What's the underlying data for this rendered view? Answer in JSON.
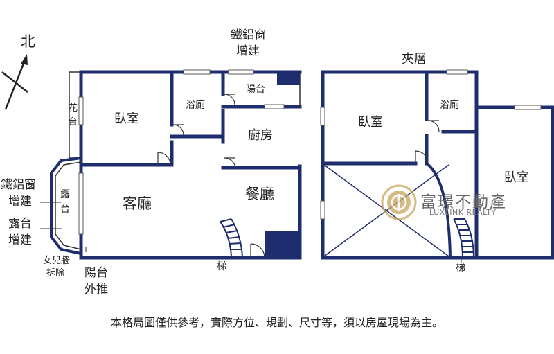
{
  "compass": {
    "label": "北"
  },
  "floor1": {
    "top_annotation": [
      "鐵鋁窗",
      "增建"
    ],
    "rooms": {
      "bedroom": "臥室",
      "bathroom": "浴廁",
      "balcony_top": "陽台",
      "kitchen": "廚房",
      "living": "客廳",
      "dining": "餐廳",
      "flower_bed": [
        "花",
        "台"
      ],
      "terrace": [
        "露",
        "台"
      ],
      "stairs": "梯"
    },
    "left_annotation_1": [
      "鐵鋁窗",
      "增建"
    ],
    "left_annotation_2": [
      "露台",
      "增建"
    ],
    "wall_removed": [
      "女兒牆",
      "拆除"
    ],
    "balcony_extended": [
      "陽台",
      "外推"
    ]
  },
  "floor2": {
    "title": "夾層",
    "rooms": {
      "bedroom_left": "臥室",
      "bathroom": "浴廁",
      "bedroom_right": "臥室",
      "stairs": "梯"
    }
  },
  "watermark": {
    "name": "富璟不動產",
    "name_en": "LUXLINK REALTY"
  },
  "footer_note": "本格局圖僅供參考，實際方位、規劃、尺寸等，須以房屋現場為主。",
  "colors": {
    "wall": "#1e2d6e",
    "window": "#9aa0ab",
    "line": "#333333"
  }
}
